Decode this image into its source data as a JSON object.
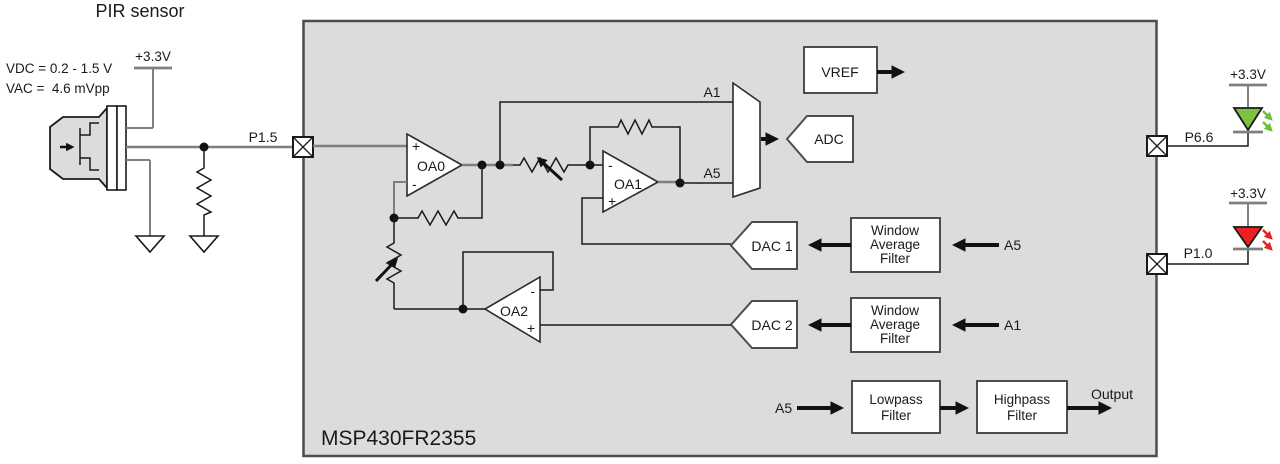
{
  "title": "PIR sensor",
  "sensor": {
    "label_vdc": "VDC = 0.2 - 1.5 V",
    "label_vac": "VAC =  4.6 mVpp",
    "supply": "+3.3V"
  },
  "mcu": {
    "name": "MSP430FR2355"
  },
  "pins": {
    "sensor_in": "P1.5",
    "led_green": "P6.6",
    "led_red": "P1.0"
  },
  "signals": {
    "a1": "A1",
    "a5": "A5",
    "output": "Output"
  },
  "opamps": {
    "oa0": "OA0",
    "oa1": "OA1",
    "oa2": "OA2",
    "plus": "+",
    "minus": "-"
  },
  "blocks": {
    "vref": "VREF",
    "adc": "ADC",
    "dac1": "DAC 1",
    "dac2": "DAC 2",
    "window_avg": [
      "Window",
      "Average",
      "Filter"
    ],
    "lowpass": [
      "Lowpass",
      "Filter"
    ],
    "highpass": [
      "Highpass",
      "Filter"
    ]
  },
  "leds": {
    "green": {
      "supply": "+3.3V",
      "color": "#7dc242",
      "arrow_color": "#6abf3a"
    },
    "red": {
      "supply": "+3.3V",
      "color": "#ed2024",
      "arrow_color": "#e8231d"
    }
  },
  "colors": {
    "mcu_fill": "#dcdcdc",
    "mcu_border": "#4d4d4d",
    "wire_gray": "#7f7f7f",
    "wire_black": "#1a1a1a"
  }
}
